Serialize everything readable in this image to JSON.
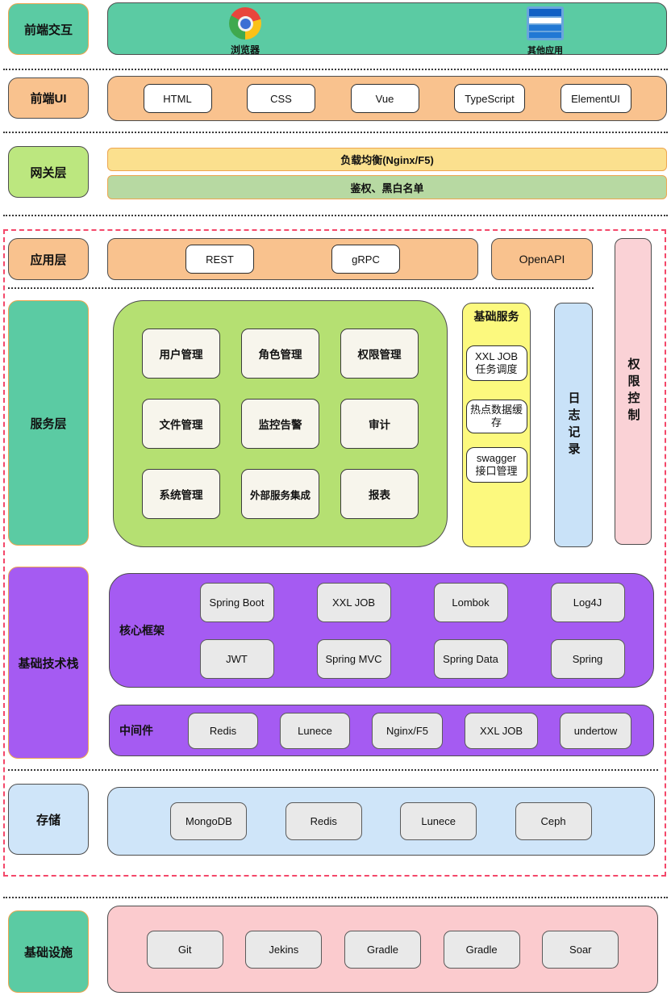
{
  "palette": {
    "teal": "#5bcba3",
    "orange": "#f9c28e",
    "green-label": "#bce77f",
    "yellow-bar": "#fbe08e",
    "green-bar": "#b7d9a2",
    "green-box": "#b5e072",
    "yellow-col": "#fcf97e",
    "blue-col": "#c9e2f8",
    "pink-col": "#fad2d6",
    "purple": "#a55bf2",
    "ltblue": "#cfe5f9",
    "pink": "#fbcbce",
    "grey-cell": "#e9e9e9",
    "cream-cell": "#f7f5ec",
    "red-dash": "#f4486a",
    "tan-border": "#eda54f",
    "chrome-red": "#e8453c",
    "chrome-green": "#3fa94e",
    "chrome-yellow": "#fbc116",
    "chrome-blue": "#3b6fd4",
    "appwin-dark": "#1160c4",
    "appwin-mid": "#2178d4"
  },
  "icons": {
    "browser": "chrome-icon",
    "other_app": "app-window-icon"
  },
  "layers": {
    "frontend_interaction": {
      "label": "前端交互",
      "apps": [
        {
          "name": "浏览器"
        },
        {
          "name": "其他应用"
        }
      ]
    },
    "frontend_ui": {
      "label": "前端UI",
      "items": [
        "HTML",
        "CSS",
        "Vue",
        "TypeScript",
        "ElementUI"
      ]
    },
    "gateway": {
      "label": "网关层",
      "bars": [
        "负载均衡(Nginx/F5)",
        "鉴权、黑白名单"
      ]
    },
    "application": {
      "label": "应用层",
      "items": [
        "REST",
        "gRPC"
      ],
      "open_api": "OpenAPI"
    },
    "service": {
      "label": "服务层",
      "modules": [
        "用户管理",
        "角色管理",
        "权限管理",
        "文件管理",
        "监控告警",
        "审计",
        "系统管理",
        "外部服务集成",
        "报表"
      ],
      "base_services": {
        "title": "基础服务",
        "items": [
          "XXL JOB\n任务调度",
          "热点数据缓存",
          "swagger\n接口管理"
        ]
      },
      "log_label": "日志记录",
      "permission_label": "权限控制"
    },
    "tech_stack": {
      "label": "基础技术栈",
      "core": {
        "label": "核心框架",
        "items": [
          "Spring Boot",
          "XXL JOB",
          "Lombok",
          "Log4J",
          "JWT",
          "Spring MVC",
          "Spring Data",
          "Spring"
        ]
      },
      "middleware": {
        "label": "中间件",
        "items": [
          "Redis",
          "Lunece",
          "Nginx/F5",
          "XXL JOB",
          "undertow"
        ]
      }
    },
    "storage": {
      "label": "存储",
      "items": [
        "MongoDB",
        "Redis",
        "Lunece",
        "Ceph"
      ]
    },
    "infrastructure": {
      "label": "基础设施",
      "items": [
        "Git",
        "Jekins",
        "Gradle",
        "Gradle",
        "Soar"
      ]
    }
  }
}
